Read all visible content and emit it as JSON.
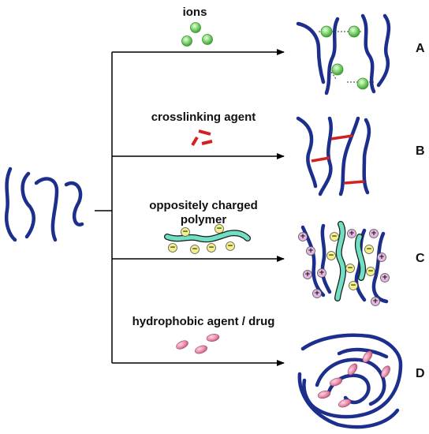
{
  "scheme": {
    "method_labels": {
      "ions": "ions",
      "crosslinker": "crosslinking agent",
      "polymer_line1": "oppositely charged",
      "polymer_line2": "polymer",
      "hydrophobic": "hydrophobic agent / drug"
    },
    "result_letters": [
      "A",
      "B",
      "C",
      "D"
    ],
    "charges": {
      "negative": "−",
      "positive": "+"
    }
  },
  "colors": {
    "polymer_chain": "#1d2f8c",
    "ion": "#7ed56f",
    "crosslink": "#d42020",
    "opposite_polymer": "#6fe0c4",
    "negative_charge": "#f3f08a",
    "positive_charge": "#e7b7e2",
    "hydrophobic_drug": "#e78aa8",
    "arrow": "#000000"
  }
}
